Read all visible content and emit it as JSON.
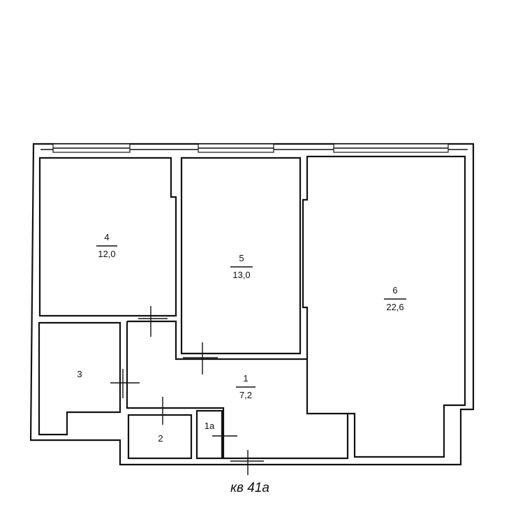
{
  "apartment": {
    "caption": "кв 41а"
  },
  "rooms": [
    {
      "id": "room-4",
      "number": "4",
      "area": "12,0"
    },
    {
      "id": "room-5",
      "number": "5",
      "area": "13,0"
    },
    {
      "id": "room-6",
      "number": "6",
      "area": "22,6"
    },
    {
      "id": "room-1",
      "number": "1",
      "area": "7,2"
    },
    {
      "id": "room-3",
      "number": "3",
      "area": ""
    },
    {
      "id": "room-2",
      "number": "2",
      "area": ""
    },
    {
      "id": "room-1a",
      "number": "1а",
      "area": ""
    }
  ]
}
